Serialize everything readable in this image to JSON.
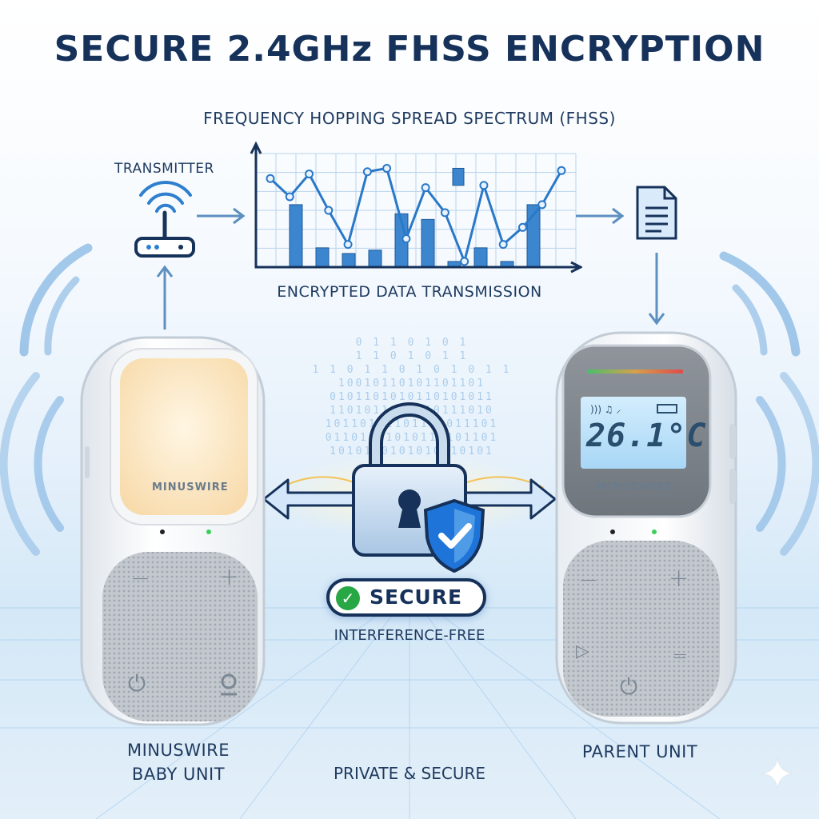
{
  "title": "SECURE 2.4GHz FHSS ENCRYPTION",
  "subtitle": "FREQUENCY HOPPING SPREAD SPECTRUM (FHSS)",
  "transmitter_label": "TRANSMITTER",
  "chart_caption": "ENCRYPTED DATA TRANSMISSION",
  "secure_badge": "SECURE",
  "interference_label": "INTERFERENCE-FREE",
  "private_label": "PRIVATE & SECURE",
  "baby_unit": {
    "label_line1": "MINUSWIRE",
    "label_line2": "BABY UNIT",
    "brand": "MINUSWIRE"
  },
  "parent_unit": {
    "label": "PARENT UNIT",
    "brand": "MINUSWIRE",
    "display_temp": "26.1°C"
  },
  "binary_rows": [
    "0  1  1  0  1  0  1",
    "1  1  0  1  0  1  1",
    "1 1 0 1 1 0 1 0 1 0 1 1",
    "10010110101101101",
    "0101101010110101011",
    "1101011101010111010",
    "10110101101101011101",
    "01101011010110101101",
    "1010110101010110101"
  ],
  "colors": {
    "accent": "#2f7fcf",
    "navy": "#16325a",
    "secure_green": "#27a844",
    "shield_blue": "#1e74d8"
  },
  "icons": [
    "router-icon",
    "wifi-icon",
    "document-icon",
    "padlock-icon",
    "shield-check-icon",
    "power-icon",
    "minus-icon",
    "plus-icon",
    "play-icon",
    "camera-icon"
  ],
  "chart_data": {
    "type": "bar",
    "title": "",
    "bars": [
      0.55,
      0.17,
      0.12,
      0.15,
      0.47,
      0.42,
      0.05,
      0.17,
      0.05,
      0.55
    ],
    "line": [
      0.78,
      0.62,
      0.82,
      0.5,
      0.2,
      0.84,
      0.87,
      0.25,
      0.7,
      0.48,
      0.05,
      0.72,
      0.2,
      0.35,
      0.55,
      0.85
    ],
    "floating_bar": [
      0.72,
      0.87
    ]
  }
}
